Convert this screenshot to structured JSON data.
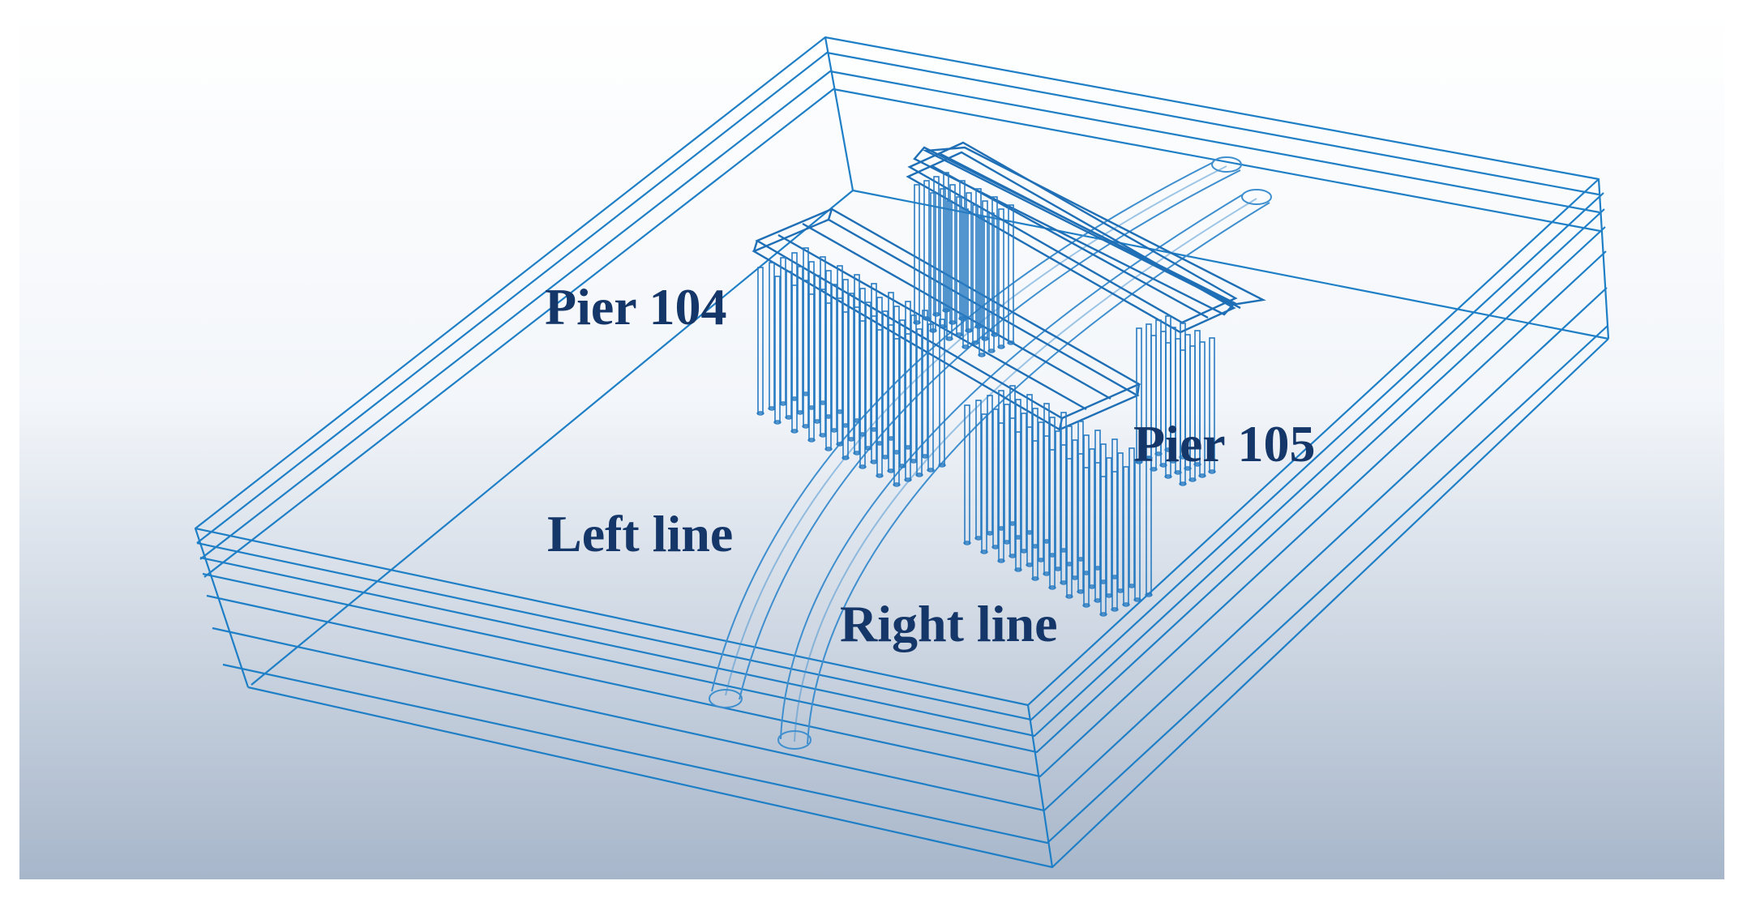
{
  "labels": {
    "pier_104": "Pier 104",
    "pier_105": "Pier 105",
    "left_line": "Left line",
    "right_line": "Right line"
  },
  "colors": {
    "wireframe": "#1f7fc6",
    "label_text": "#143668",
    "background_top": "#ffffff",
    "background_bottom": "#a7b6ca"
  }
}
